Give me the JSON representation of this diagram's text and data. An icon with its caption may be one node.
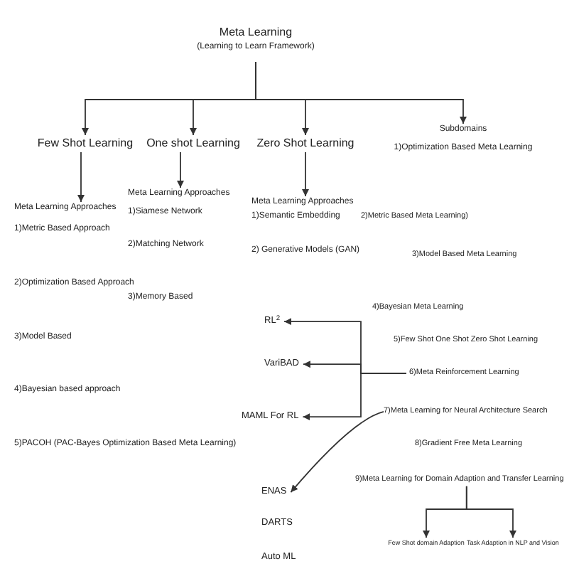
{
  "diagram": {
    "nodes": [
      {
        "text": [
          "Meta Learning",
          "(Learning to Learn Framework)"
        ]
      },
      {
        "text": [
          "Few Shot Learning"
        ]
      },
      {
        "text": [
          "One shot Learning"
        ]
      },
      {
        "text": [
          "Zero Shot Learning"
        ]
      },
      {
        "text": [
          "Subdomains"
        ]
      },
      {
        "text": [
          "1)Optimization Based Meta Learning"
        ]
      },
      {
        "text": [
          "Meta Learning Approaches"
        ]
      },
      {
        "text": [
          "Meta Learning Approaches"
        ]
      },
      {
        "text": [
          "Meta Learning Approaches"
        ]
      },
      {
        "text": [
          "2)Metric Based Meta Learning)"
        ]
      },
      {
        "text": [
          "3)Model Based Meta Learning"
        ]
      },
      {
        "text": [
          "4)Bayesian Meta Learning"
        ]
      },
      {
        "text": [
          "RL$^{2}$"
        ]
      },
      {
        "text": [
          "5)Few Shot One Shot Zero Shot Learning"
        ]
      },
      {
        "text": [
          "VariBAD"
        ]
      },
      {
        "text": [
          "6)Meta Reinforcement Learning"
        ]
      },
      {
        "text": [
          "MAML For RL"
        ]
      },
      {
        "text": [
          "7)Meta Learning for Neural Architecture Search"
        ]
      },
      {
        "text": [
          "8)Gradient Free Meta Learning"
        ]
      },
      {
        "text": [
          "ENAS"
        ]
      },
      {
        "text": [
          "9)Meta Learning for Domain Adaption and Transfer Learning"
        ]
      },
      {
        "text": [
          "DARTS"
        ]
      },
      {
        "text": [
          "Auto ML"
        ]
      },
      {
        "text": [
          "Few Shot domain Adaption"
        ]
      },
      {
        "text": [
          "Task Adaption in NLP and Vision"
        ]
      }
    ],
    "edges": [
      {
        "from": 0,
        "to": 1,
        "arrow": "to"
      },
      {
        "from": 0,
        "to": 2,
        "arrow": "to"
      },
      {
        "from": 0,
        "to": 3,
        "arrow": "to"
      },
      {
        "from": 0,
        "to": 4,
        "arrow": "to"
      },
      {
        "from": 1,
        "to": 6,
        "arrow": "to"
      },
      {
        "from": 2,
        "to": 7,
        "arrow": "to"
      },
      {
        "from": 3,
        "to": 8,
        "arrow": "to"
      },
      {
        "from": 15,
        "to": 12,
        "arrow": "to"
      },
      {
        "from": 15,
        "to": 14,
        "arrow": "to"
      },
      {
        "from": 15,
        "to": 16,
        "arrow": "to"
      },
      {
        "from": 17,
        "to": 19,
        "arrow": "to"
      },
      {
        "from": 20,
        "to": 23,
        "arrow": "to"
      },
      {
        "from": 20,
        "to": 24,
        "arrow": "to"
      }
    ],
    "labels": [
      "1)Metric Based Approach",
      "2)Optimization Based Approach",
      "3)Model Based",
      "4)Bayesian based approach",
      "5)PACOH (PAC-Bayes Optimization Based Meta Learning)",
      "1)Siamese Network",
      "2)Matching Network",
      "3)Memory Based",
      "1)Semantic Embedding",
      "2) Generative Models (GAN)"
    ]
  }
}
